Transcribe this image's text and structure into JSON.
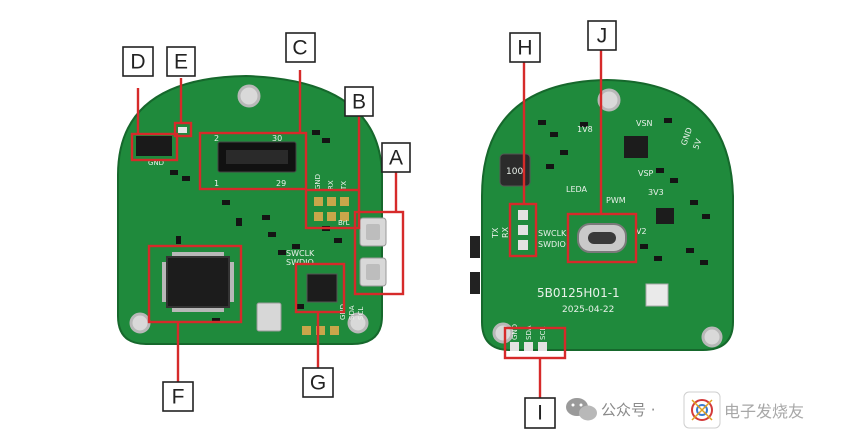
{
  "labels": {
    "A": "A",
    "B": "B",
    "C": "C",
    "D": "D",
    "E": "E",
    "F": "F",
    "G": "G",
    "H": "H",
    "I": "I",
    "J": "J"
  },
  "front_silk": {
    "pin2": "2",
    "pin30": "30",
    "pin1": "1",
    "pin29": "29",
    "conn_gnd": "GND",
    "conn_rx": "RX",
    "conn_tx": "TX",
    "brl": "BrL",
    "swclk": "SWCLK",
    "swdio": "SWDIO",
    "gnd": "GND",
    "sda": "SDA",
    "scl": "SCL",
    "gnd_d": "GND"
  },
  "back_silk": {
    "tx": "TX",
    "rx": "RX",
    "swclk": "SWCLK",
    "swdio": "SWDIO",
    "board_id": "5B0125H01-1",
    "date": "2025-04-22",
    "v18": "1V8",
    "vsn": "VSN",
    "gnd": "GND",
    "v5": "5V",
    "vsp": "VSP",
    "leda": "LEDA",
    "pwm": "PWM",
    "v3": "3V3",
    "v2": "V2",
    "inductor": "100",
    "i_gnd": "GND",
    "i_sda": "SDA",
    "i_scl": "SCL"
  },
  "watermark": {
    "text": "公众号 ·",
    "brand": "电子发烧友"
  },
  "colors": {
    "pcb": "#1f8a3c",
    "outline": "#d62a2a"
  }
}
